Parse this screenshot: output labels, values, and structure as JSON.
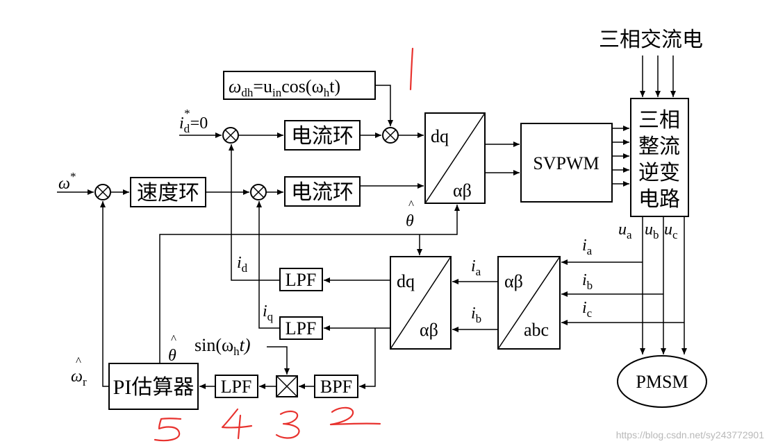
{
  "diagram": {
    "supply_label": "三相交流电",
    "inverter_lines": [
      "三相",
      "整流",
      "逆变",
      "电路"
    ],
    "svpwm": "SVPWM",
    "pmsm": "PMSM",
    "speed_loop": "速度环",
    "current_loop": "电流环",
    "lpf": "LPF",
    "bpf": "BPF",
    "pi_estimator": "PI估算器",
    "transform_dq": "dq",
    "transform_ab": "αβ",
    "transform_abc": "abc",
    "injection_formula": {
      "omega": "ω",
      "omega_sub": "dh",
      "eq_u": "=u",
      "u_sub": "in",
      "cos_open": "cos(ω",
      "h_sub": "h",
      "t_close": "t)"
    },
    "id_ref": {
      "main": "i",
      "sub": "d",
      "sup": "*",
      "rest": "=0"
    },
    "omega_ref": {
      "main": "ω",
      "sup": "*"
    },
    "theta_hat": "θ",
    "hat": "^",
    "omega_r_hat": {
      "main": "ω",
      "sub": "r"
    },
    "sin_label": {
      "open": "sin(ω",
      "sub": "h",
      "close": "t)"
    },
    "signals": {
      "i": "i",
      "u": "u",
      "a": "a",
      "b": "b",
      "c": "c",
      "d": "d",
      "q": "q"
    },
    "annotations": [
      "1",
      "2",
      "3",
      "4",
      "5"
    ]
  },
  "watermark": "https://blog.csdn.net/sy243772901"
}
